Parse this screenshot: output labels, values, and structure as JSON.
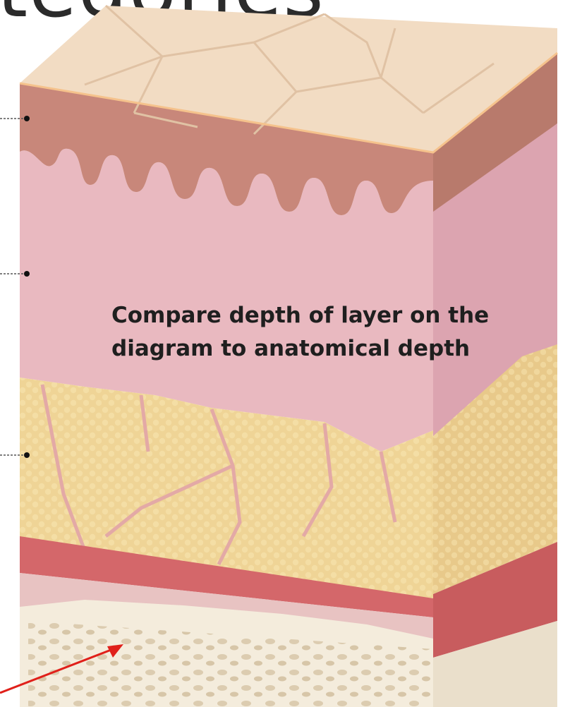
{
  "header": {
    "title_fragment": "tegories"
  },
  "diagram": {
    "annotation_lines": [
      "Compare depth of layer on the",
      "diagram to anatomical depth"
    ],
    "colors": {
      "epidermis_top": "#f2dcc3",
      "epidermis_band": "#c8877a",
      "dermis": "#e9b9c0",
      "hypodermis_fat": "#efd496",
      "muscle": "#d4676a",
      "bone": "#f4ecdc",
      "pointer_arrow": "#e0201a"
    }
  }
}
